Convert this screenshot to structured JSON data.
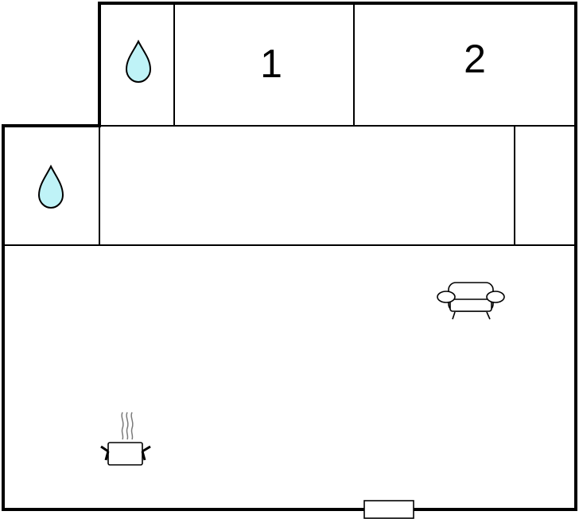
{
  "floorplan": {
    "rooms": [
      {
        "id": "bathroom-upper",
        "icon": "water-drop-icon"
      },
      {
        "id": "bedroom-1",
        "label": "1"
      },
      {
        "id": "bedroom-2",
        "label": "2"
      },
      {
        "id": "bathroom-left",
        "icon": "water-drop-icon"
      },
      {
        "id": "hallway"
      },
      {
        "id": "closet"
      },
      {
        "id": "living-kitchen",
        "icons": [
          "sofa-icon",
          "cooking-pot-icon"
        ]
      }
    ],
    "entrance": {
      "icon": "door-icon"
    },
    "colors": {
      "wall": "#000000",
      "water": "#bff3f7",
      "background": "#ffffff"
    }
  }
}
